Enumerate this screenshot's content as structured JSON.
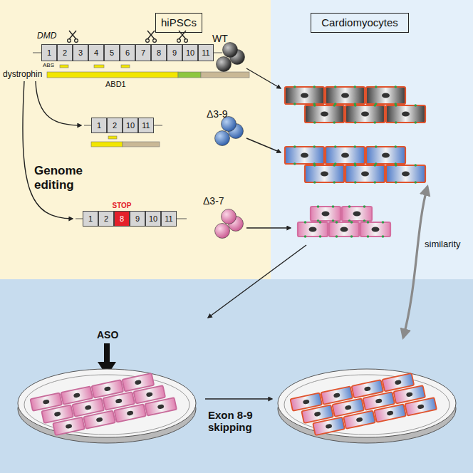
{
  "diagram": {
    "nodes": [
      {
        "text": [
          "hiPSCs"
        ]
      },
      {
        "text": [
          "Cardiomyocytes"
        ]
      },
      {
        "text": [
          "1"
        ]
      },
      {
        "text": [
          "2"
        ]
      },
      {
        "text": [
          "3"
        ]
      },
      {
        "text": [
          "4"
        ]
      },
      {
        "text": [
          "5"
        ]
      },
      {
        "text": [
          "6"
        ]
      },
      {
        "text": [
          "7"
        ]
      },
      {
        "text": [
          "8"
        ]
      },
      {
        "text": [
          "9"
        ]
      },
      {
        "text": [
          "10"
        ]
      },
      {
        "text": [
          "11"
        ]
      },
      {
        "text": [
          "1"
        ]
      },
      {
        "text": [
          "2"
        ]
      },
      {
        "text": [
          "10"
        ]
      },
      {
        "text": [
          "11"
        ]
      },
      {
        "text": [
          "1"
        ]
      },
      {
        "text": [
          "2"
        ]
      },
      {
        "text": [
          "STOP",
          "8"
        ]
      },
      {
        "text": [
          "9"
        ]
      },
      {
        "text": [
          "10"
        ]
      },
      {
        "text": [
          "11"
        ]
      }
    ],
    "labels": [
      "DMD",
      "ABS",
      "dystrophin",
      "ABD1",
      "WT",
      "Δ3-9",
      "Genome editing",
      "Δ3-7",
      "similarity",
      "ASO",
      "Exon 8-9 skipping"
    ]
  }
}
